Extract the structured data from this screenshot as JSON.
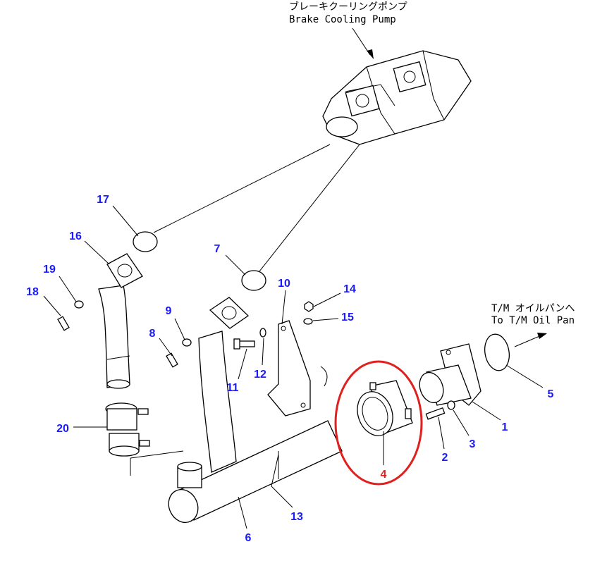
{
  "notes": {
    "pump_jp": "ブレーキクーリングポンプ",
    "pump_en": "Brake Cooling Pump",
    "oilpan_jp": "T/M オイルパンへ",
    "oilpan_en": "To T/M Oil Pan"
  },
  "callouts": {
    "c1": "1",
    "c2": "2",
    "c3": "3",
    "c4": "4",
    "c5": "5",
    "c6": "6",
    "c7": "7",
    "c8": "8",
    "c9": "9",
    "c10": "10",
    "c11": "11",
    "c12": "12",
    "c13": "13",
    "c14": "14",
    "c15": "15",
    "c16": "16",
    "c17": "17",
    "c18": "18",
    "c19": "19",
    "c20": "20"
  },
  "highlight": {
    "part": "4",
    "color": "#e0201e"
  },
  "colors": {
    "callout": "#1a1aff"
  }
}
